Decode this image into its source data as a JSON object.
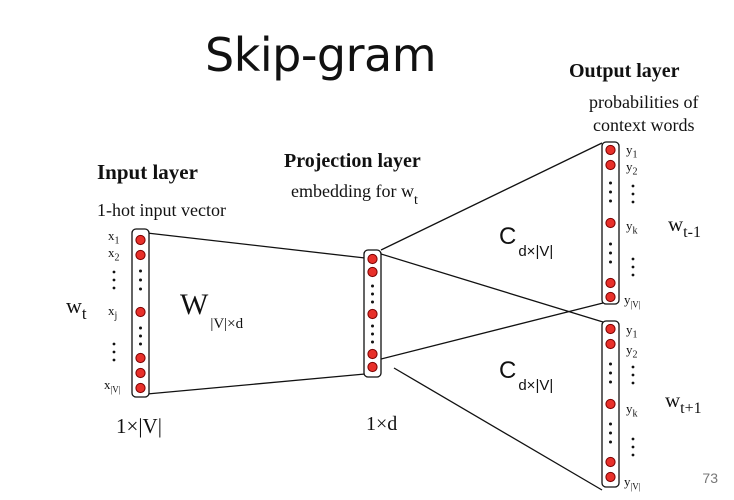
{
  "title": "Skip-gram",
  "slide_number": "73",
  "input_layer": {
    "heading": "Input layer",
    "subheading": "1-hot input vector",
    "word": "w",
    "word_sub": "t",
    "labels": [
      {
        "base": "x",
        "sub": "1"
      },
      {
        "base": "x",
        "sub": "2"
      },
      {
        "base": "x",
        "sub": "j"
      },
      {
        "base": "x",
        "sub": "|V|"
      }
    ],
    "dimension": "1×|V|"
  },
  "weights": {
    "base": "W",
    "sub": "|V|×d"
  },
  "projection_layer": {
    "heading": "Projection layer",
    "subheading_prefix": "embedding for w",
    "subheading_sub": "t",
    "dimension": "1×d"
  },
  "context_matrix": {
    "top": {
      "base": "C",
      "sub": "d×|V|"
    },
    "bottom": {
      "base": "C",
      "sub": "d×|V|"
    }
  },
  "output_layer": {
    "heading": "Output layer",
    "subheading_line1": "probabilities of",
    "subheading_line2": "context words",
    "top_labels": [
      {
        "base": "y",
        "sub": "1"
      },
      {
        "base": "y",
        "sub": "2"
      },
      {
        "base": "y",
        "sub": "k"
      },
      {
        "base": "y",
        "sub": "|V|"
      }
    ],
    "bottom_labels": [
      {
        "base": "y",
        "sub": "1"
      },
      {
        "base": "y",
        "sub": "2"
      },
      {
        "base": "y",
        "sub": "k"
      },
      {
        "base": "y",
        "sub": "|V|"
      }
    ],
    "top_word": "w",
    "top_word_sub": "t-1",
    "bottom_word": "w",
    "bottom_word_sub": "t+1"
  },
  "colors": {
    "node_fill": "#e8302a",
    "node_stroke": "#7a0000",
    "line": "#111111"
  }
}
